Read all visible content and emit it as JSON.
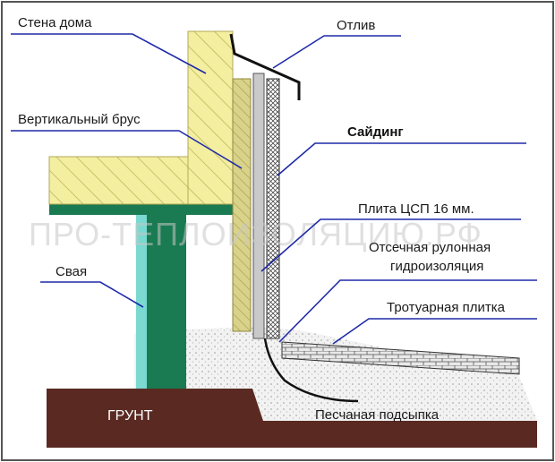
{
  "labels": {
    "house_wall": "Стена дома",
    "vertical_beam": "Вертикальный брус",
    "pile": "Свая",
    "drip": "Отлив",
    "siding": "Сайдинг",
    "dsp_board": "Плита ЦСП 16 мм.",
    "waterproofing_line1": "Отсечная рулонная",
    "waterproofing_line2": "гидроизоляция",
    "paving": "Тротуарная плитка",
    "sand": "Песчаная подсыпка",
    "ground": "ГРУНТ"
  },
  "watermark": "ПРО-ТЕПЛОИЗОЛЯЦИЮ.РФ",
  "colors": {
    "frame_border": "#555555",
    "wood": "#f4eea0",
    "wood_hatch": "#c9c26a",
    "beam": "#d8d28a",
    "pile": "#1a7a52",
    "pile_highlight": "#7ad9d0",
    "ground": "#5a2a22",
    "board": "#c9c9c9",
    "drip": "#111111",
    "leader": "#1e2aa8"
  }
}
